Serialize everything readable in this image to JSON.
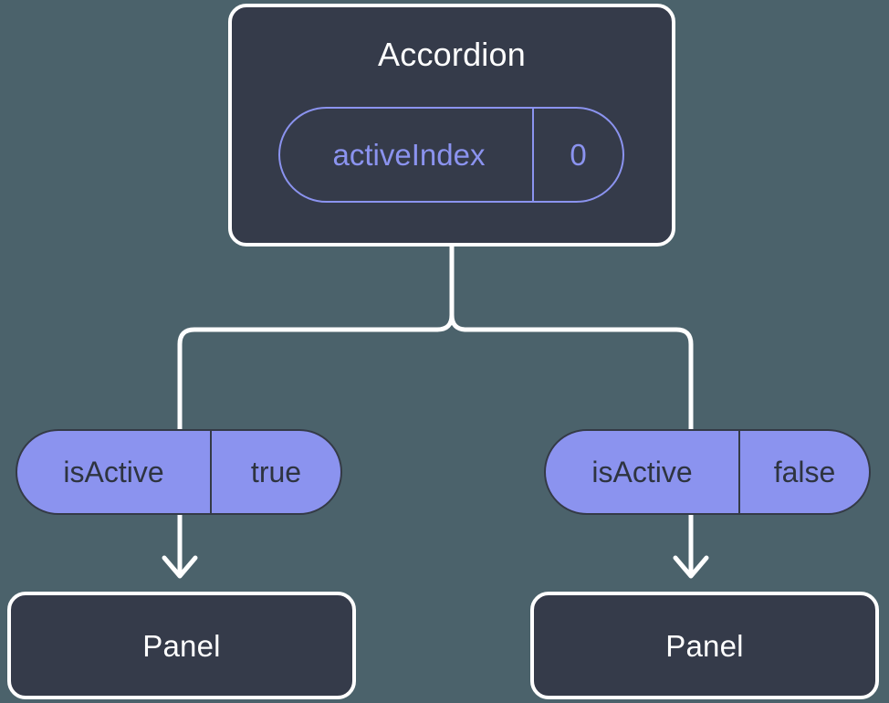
{
  "diagram": {
    "type": "component-state-tree",
    "background_color": "#4b626b",
    "node_fill_color": "#353b4a",
    "node_border_color": "#ffffff",
    "accent_color": "#8b93ef",
    "connector_color": "#ffffff",
    "chip_text_color": "#2e3440"
  },
  "root": {
    "title": "Accordion",
    "state": {
      "label": "activeIndex",
      "value": "0"
    }
  },
  "branches": [
    {
      "side": "left",
      "prop": {
        "label": "isActive",
        "value": "true"
      },
      "child": {
        "title": "Panel"
      }
    },
    {
      "side": "right",
      "prop": {
        "label": "isActive",
        "value": "false"
      },
      "child": {
        "title": "Panel"
      }
    }
  ]
}
